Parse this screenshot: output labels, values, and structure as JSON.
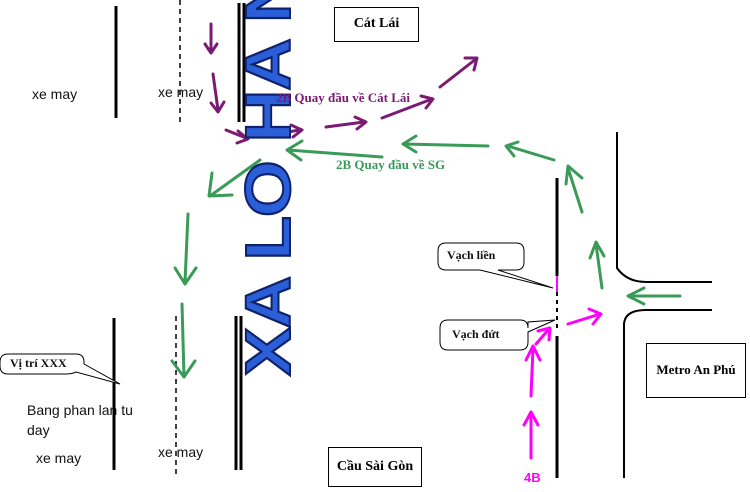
{
  "labels": {
    "cat_lai": "Cát Lái",
    "cau_sai_gon": "Cầu Sài Gòn",
    "metro_an_phu": "Metro An Phú",
    "xe_may": "xe may",
    "bang_phan_lan": "Bang phan lan tu day",
    "vi_tri_xxx": "Vị trí XXX",
    "vach_lien": "Vạch liền",
    "vach_dut": "Vạch đứt",
    "route_2b_cat_lai": "2B Quay đầu về Cát Lái",
    "route_2b_sg": "2B Quay đầu về SG",
    "route_4b": "4B",
    "xa_lo_ha_noi": "XA LO HA NOI"
  },
  "colors": {
    "route_2b_cat_lai": "#7b1a72",
    "route_2b_sg": "#3a9a58",
    "route_4b": "#ff00ff",
    "xa_lo_fill": "#2b5fd9",
    "xa_lo_outline": "#10226b"
  }
}
